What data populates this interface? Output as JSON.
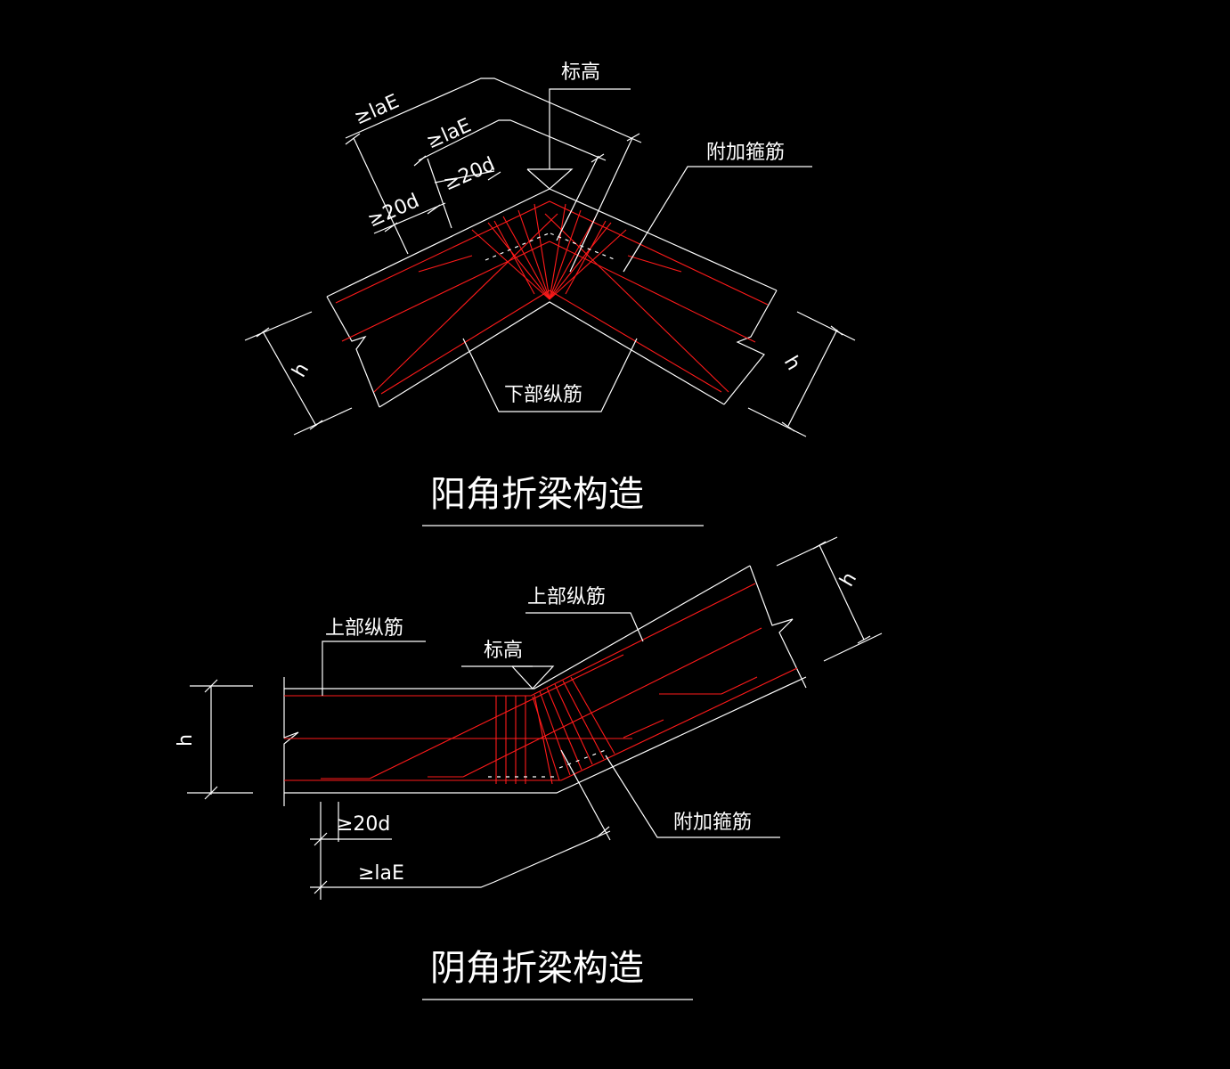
{
  "top_diagram": {
    "title": "阳角折梁构造",
    "label_elevation": "标高",
    "label_extra_stirrup": "附加箍筋",
    "label_bottom_rebar": "下部纵筋",
    "dim_lae_outer": "≥laE",
    "dim_lae_inner": "≥laE",
    "dim_20d_left": "≥20d",
    "dim_20d_right": "≥20d",
    "dim_h_left": "h",
    "dim_h_right": "h"
  },
  "bottom_diagram": {
    "title": "阴角折梁构造",
    "label_top_rebar_left": "上部纵筋",
    "label_top_rebar_right": "上部纵筋",
    "label_elevation": "标高",
    "label_extra_stirrup": "附加箍筋",
    "dim_20d": "≥20d",
    "dim_lae": "≥laE",
    "dim_h_left": "h",
    "dim_h_right": "h"
  },
  "colors": {
    "background": "#000000",
    "lines": "#ffffff",
    "rebar": "#ff1a1a"
  }
}
